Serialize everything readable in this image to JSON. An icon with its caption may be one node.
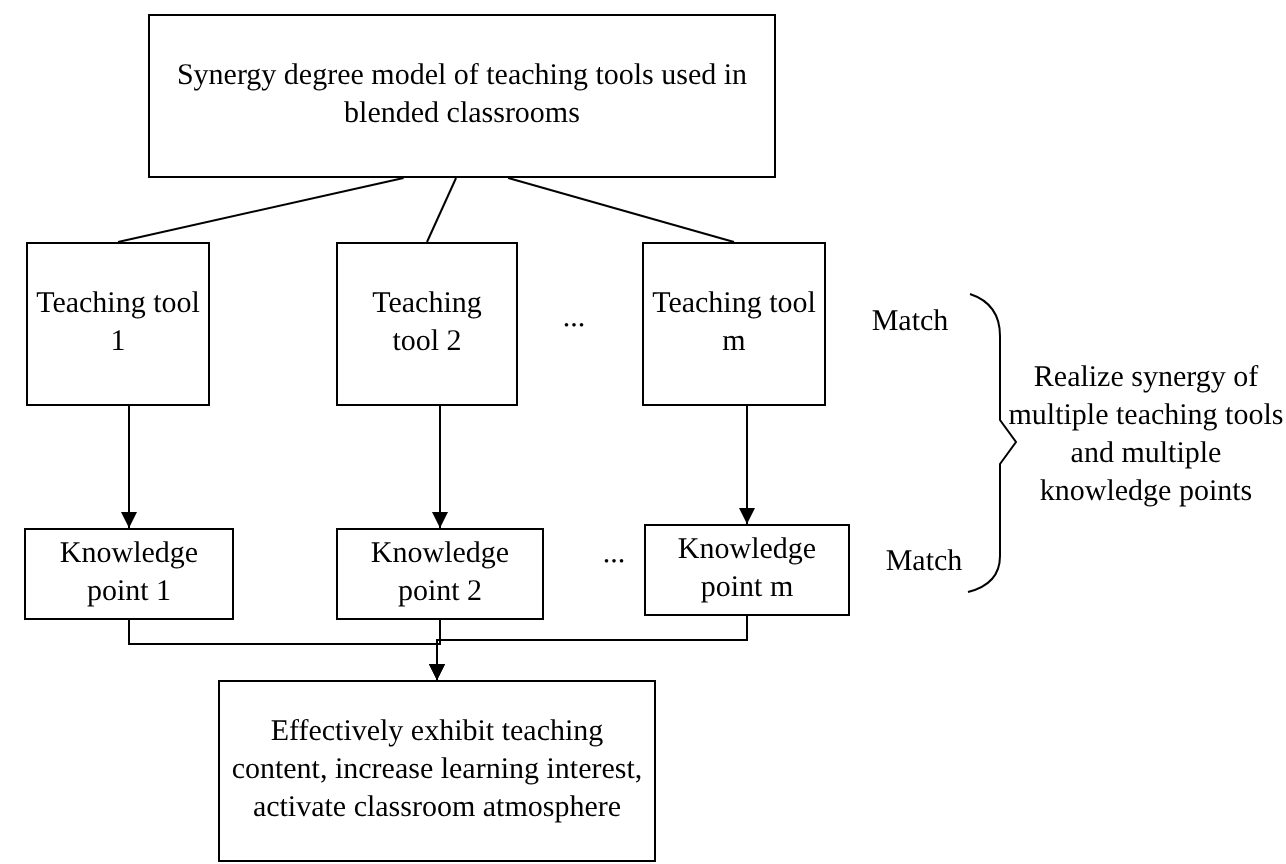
{
  "diagram": {
    "nodes": [
      {
        "text": [
          "Synergy degree model of teaching tools used in blended classrooms"
        ]
      },
      {
        "text": [
          "Teaching tool 1"
        ]
      },
      {
        "text": [
          "Teaching tool 2"
        ]
      },
      {
        "text": [
          "Teaching tool m"
        ]
      },
      {
        "text": [
          "Knowledge point 1"
        ]
      },
      {
        "text": [
          "Knowledge point 2"
        ]
      },
      {
        "text": [
          "Knowledge point m"
        ]
      },
      {
        "text": [
          "Effectively exhibit teaching content, increase learning interest, activate classroom atmosphere"
        ]
      }
    ],
    "edges": [
      {
        "from": 0,
        "to": 1,
        "arrow": "none"
      },
      {
        "from": 0,
        "to": 2,
        "arrow": "none"
      },
      {
        "from": 0,
        "to": 3,
        "arrow": "none"
      },
      {
        "from": 1,
        "to": 4,
        "arrow": "to"
      },
      {
        "from": 2,
        "to": 5,
        "arrow": "to"
      },
      {
        "from": 3,
        "to": 6,
        "arrow": "to"
      },
      {
        "from": 4,
        "to": 7,
        "arrow": "to"
      },
      {
        "from": 5,
        "to": 7,
        "arrow": "to"
      },
      {
        "from": 6,
        "to": 7,
        "arrow": "to"
      }
    ],
    "labels": [
      "...",
      "Match",
      "...",
      "Match",
      "Realize synergy of multiple teaching tools and multiple knowledge points"
    ]
  }
}
